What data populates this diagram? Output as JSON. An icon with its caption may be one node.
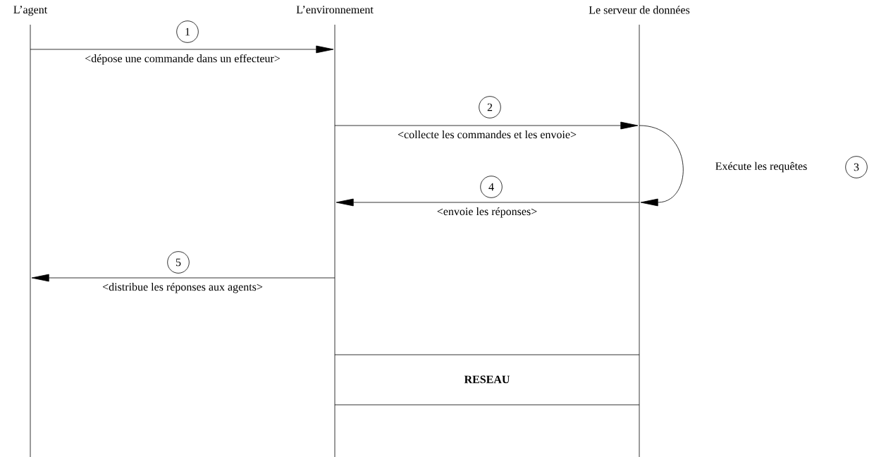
{
  "diagram": {
    "nodes": [
      {
        "text": [
          "L’agent"
        ]
      },
      {
        "text": [
          "L’environnement"
        ]
      },
      {
        "text": [
          "Le serveur de données"
        ]
      },
      {
        "text": [
          "1"
        ]
      },
      {
        "text": [
          "2"
        ]
      },
      {
        "text": [
          "3"
        ]
      },
      {
        "text": [
          "4"
        ]
      },
      {
        "text": [
          "5"
        ]
      },
      {
        "text": [
          "RESEAU"
        ]
      }
    ],
    "edges": [
      {
        "from": 0,
        "to": 1,
        "arrow": "to",
        "label": "<dépose une commande dans un effecteur>"
      },
      {
        "from": 1,
        "to": 2,
        "arrow": "to",
        "label": "<collecte les commandes et les envoie>"
      },
      {
        "from": 2,
        "to": 2,
        "arrow": "to",
        "label": "Exécute les requêtes"
      },
      {
        "from": 2,
        "to": 1,
        "arrow": "to",
        "label": "<envoie les réponses>"
      },
      {
        "from": 1,
        "to": 0,
        "arrow": "to",
        "label": "<distribue les réponses aux agents>"
      }
    ]
  }
}
